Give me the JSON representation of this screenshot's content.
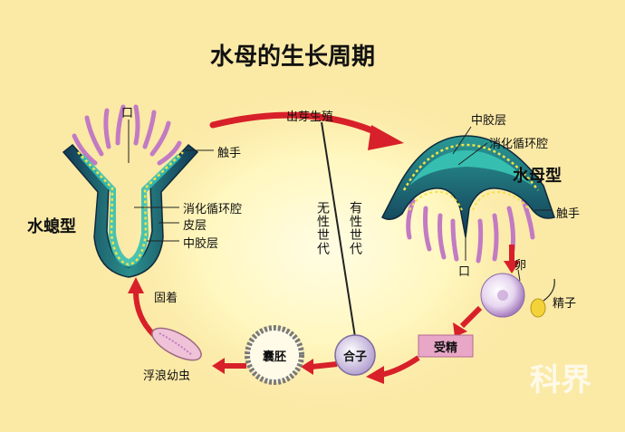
{
  "title": "水母的生长周期",
  "labels": {
    "budding": "出芽生殖",
    "asexual": "无性世代",
    "sexual": "有性世代",
    "polyp_type": "水螅型",
    "polyp_mouth": "口",
    "polyp_tentacle": "触手",
    "polyp_cavity": "消化循环腔",
    "polyp_ectoderm": "皮层",
    "polyp_mesoglea": "中胶层",
    "medusa_type": "水母型",
    "medusa_mesoglea": "中胶层",
    "medusa_cavity": "消化循环腔",
    "medusa_tentacle": "触手",
    "medusa_mouth": "口",
    "egg": "卵",
    "sperm": "精子",
    "fertilization": "受精",
    "zygote": "合子",
    "blastula": "囊胚",
    "planula": "浮浪幼虫",
    "attach": "固着"
  },
  "watermark": "科界",
  "colors": {
    "background": "#fbe9a6",
    "arrow": "#d8202a",
    "body_teal": "#1f8a86",
    "body_dark": "#123a55",
    "cavity": "#33bcae",
    "mesoglea_dots": "#f2e24a",
    "tentacle": "#c27bc3",
    "glow": "#fff9c8"
  }
}
